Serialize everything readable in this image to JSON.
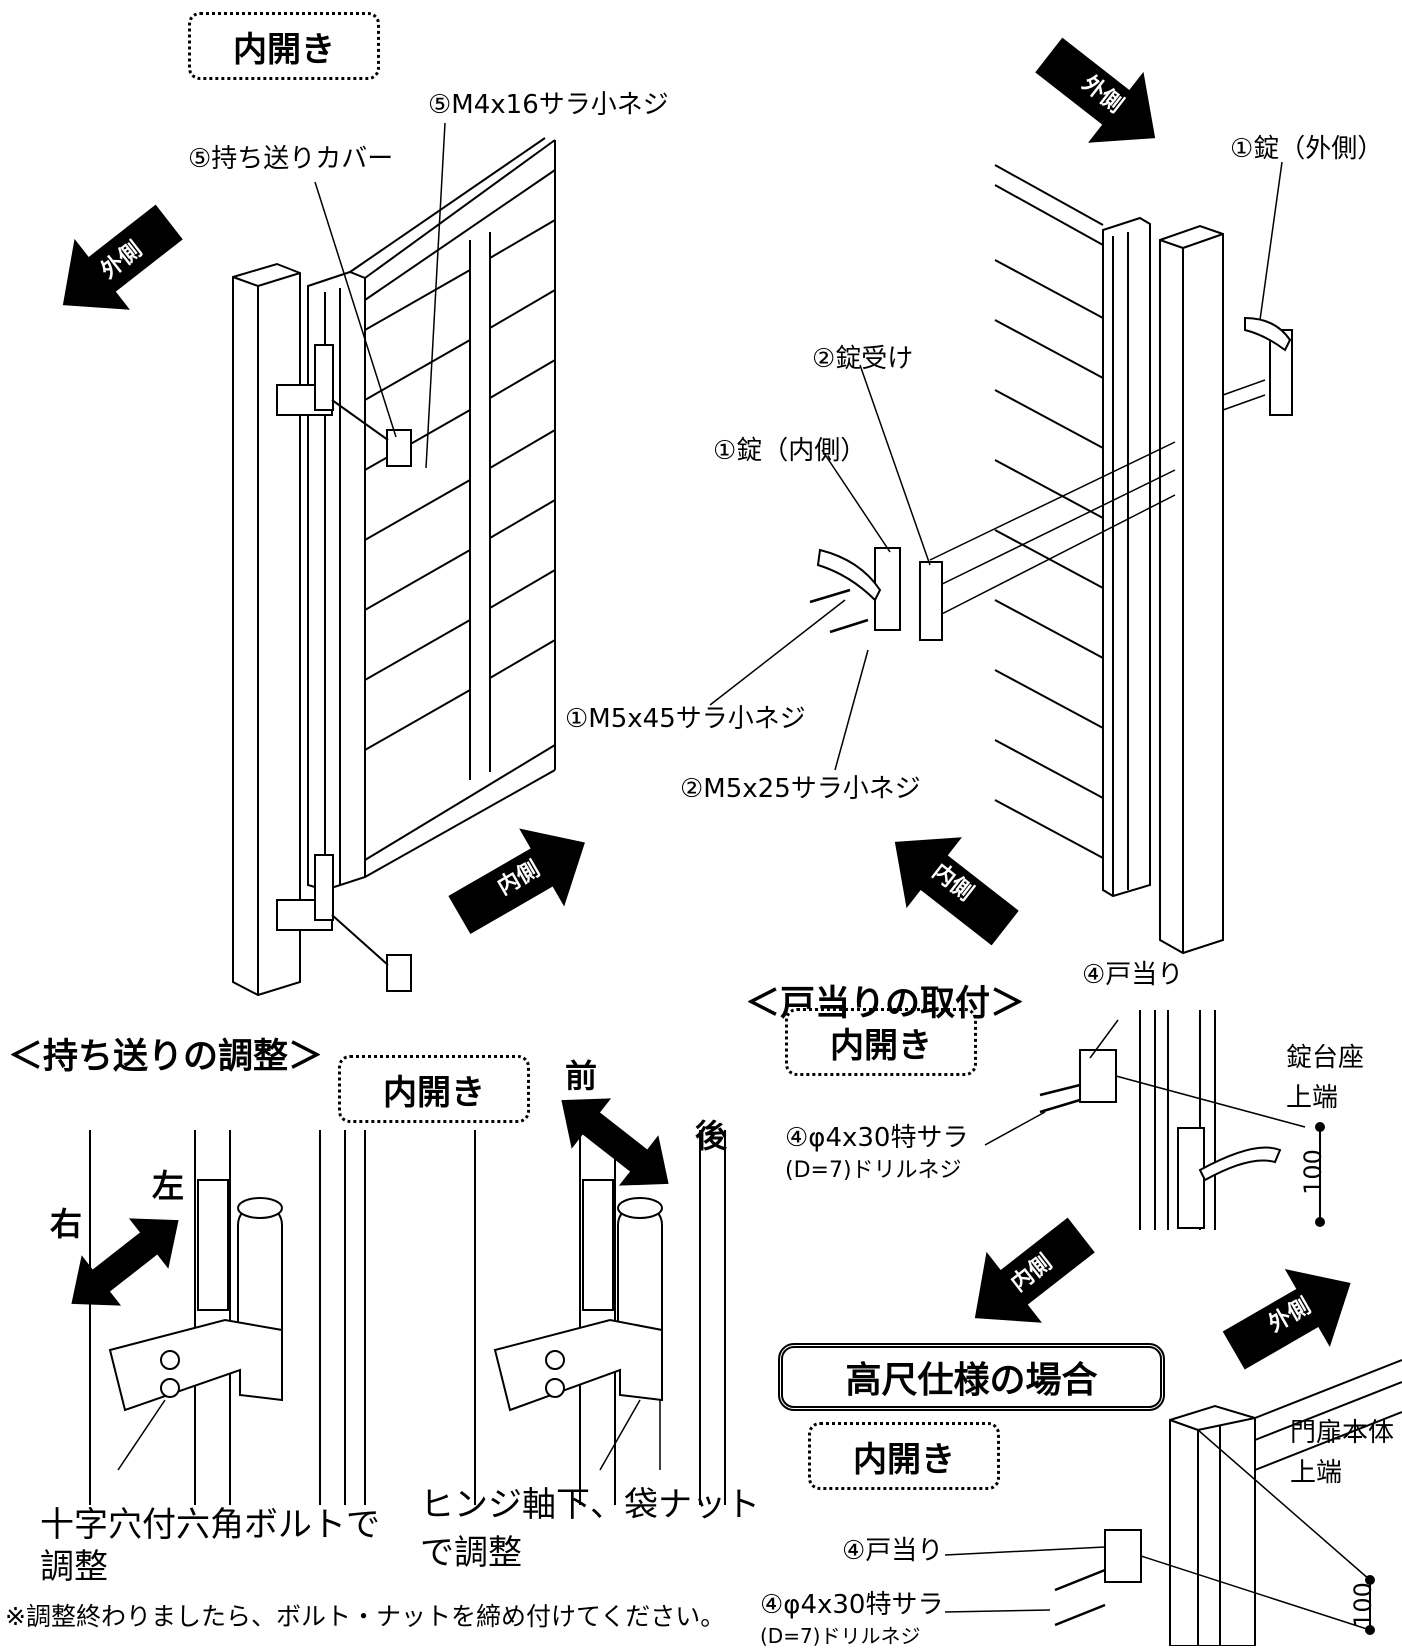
{
  "badges": {
    "inner_open_1": "内開き",
    "inner_open_2": "内開き",
    "inner_open_3": "内開き",
    "inner_open_4": "内開き",
    "high_spec": "高尺仕様の場合"
  },
  "arrows": {
    "outside": "外側",
    "inside": "内側"
  },
  "labels": {
    "screw_m4x16": "⑤M4x16サラ小ネジ",
    "carry_cover": "⑤持ち送りカバー",
    "lock_outside": "①錠（外側）",
    "lock_receiver": "②錠受け",
    "lock_inside": "①錠（内側）",
    "screw_m5x45": "①M5x45サラ小ネジ",
    "screw_m5x25": "②M5x25サラ小ネジ",
    "door_stop_1": "④戸当り",
    "drill_screw_1a": "④φ4x30特サラ",
    "drill_screw_1b": "(D=7)ドリルネジ",
    "lock_seat_a": "錠台座",
    "lock_seat_b": "上端",
    "dim_100_1": "100",
    "door_top_a": "門扉本体",
    "door_top_b": "上端",
    "door_stop_2": "④戸当り",
    "drill_screw_2a": "④φ4x30特サラ",
    "drill_screw_2b": "(D=7)ドリルネジ",
    "dim_100_2": "100",
    "right": "右",
    "left": "左",
    "front": "前",
    "back": "後",
    "hex_bolt_a": "十字穴付六角ボルトで",
    "hex_bolt_b": "調整",
    "hinge_nut_a": "ヒンジ軸下、袋ナット",
    "hinge_nut_b": "で調整",
    "note": "※調整終わりましたら、ボルト・ナットを締め付けてください。"
  },
  "sections": {
    "carry_adjust": "＜持ち送りの調整＞",
    "door_stop_install": "＜戸当りの取付＞"
  }
}
